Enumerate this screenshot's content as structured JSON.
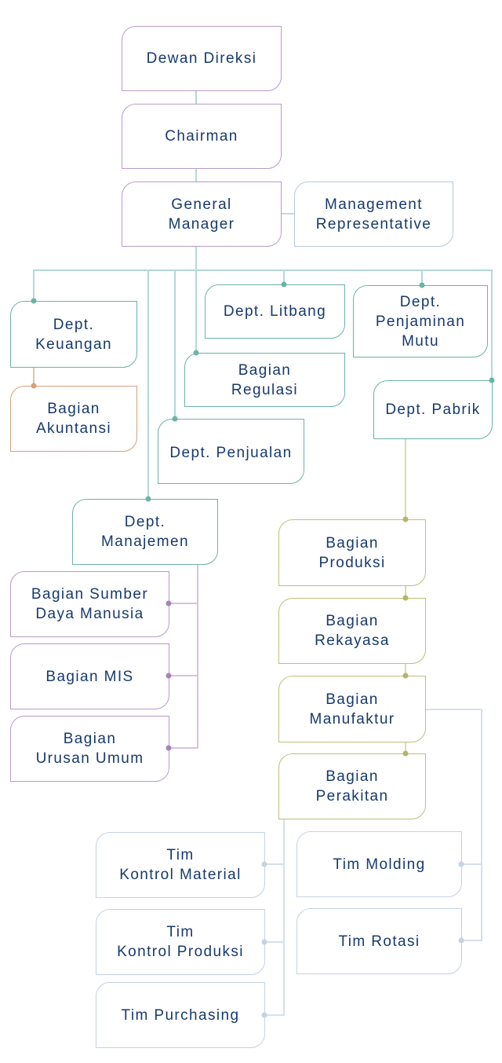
{
  "title": "Struktur Organisasi",
  "colors": {
    "text": "#173a6e",
    "executive": "#b99bc9",
    "representative": "#b7cad8",
    "department": "#6bb3a8",
    "accounting": "#d7a07a",
    "management_sub": "#a883b8",
    "factory_sub": "#bfbf7a",
    "team": "#c5d2e2"
  },
  "nodes": {
    "dewan_direksi": "Dewan Direksi",
    "chairman": "Chairman",
    "general_manager": "General\nManager",
    "management_representative": "Management\nRepresentative",
    "dept_keuangan": "Dept.\nKeuangan",
    "bagian_akuntansi": "Bagian\nAkuntansi",
    "dept_litbang": "Dept. Litbang",
    "dept_penjaminan_mutu": "Dept.\nPenjaminan\nMutu",
    "bagian_regulasi": "Bagian\nRegulasi",
    "dept_pabrik": "Dept. Pabrik",
    "dept_penjualan": "Dept. Penjualan",
    "dept_manajemen": "Dept.\nManajemen",
    "bagian_sdm": "Bagian Sumber\nDaya Manusia",
    "bagian_mis": "Bagian MIS",
    "bagian_urusan_umum": "Bagian\nUrusan Umum",
    "bagian_produksi": "Bagian\nProduksi",
    "bagian_rekayasa": "Bagian\nRekayasa",
    "bagian_manufaktur": "Bagian\nManufaktur",
    "bagian_perakitan": "Bagian\nPerakitan",
    "tim_kontrol_material": "Tim\nKontrol Material",
    "tim_kontrol_produksi": "Tim\nKontrol Produksi",
    "tim_purchasing": "Tim Purchasing",
    "tim_molding": "Tim Molding",
    "tim_rotasi": "Tim Rotasi"
  }
}
